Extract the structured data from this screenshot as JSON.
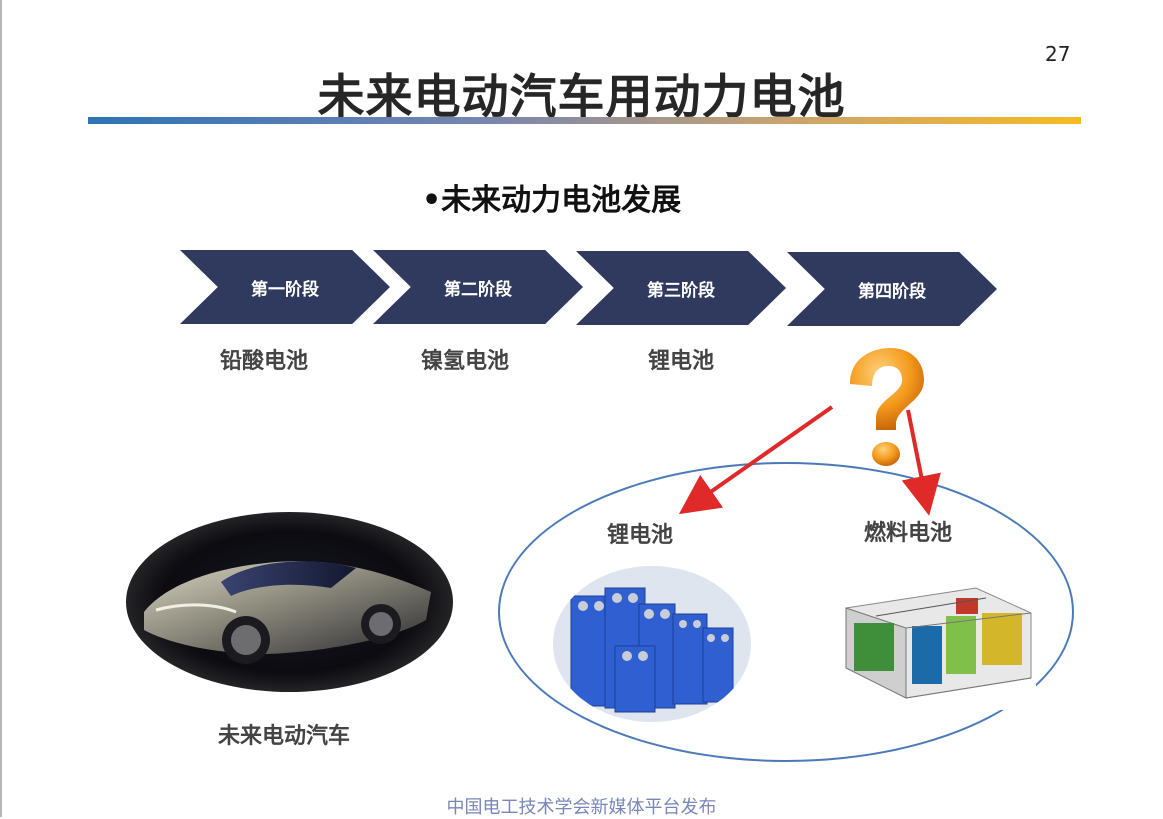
{
  "page_number": "27",
  "title": "未来电动汽车用动力电池",
  "subtitle": "•未来动力电池发展",
  "stages": [
    {
      "label": "第一阶段",
      "battery": "铅酸电池"
    },
    {
      "label": "第二阶段",
      "battery": "镍氢电池"
    },
    {
      "label": "第三阶段",
      "battery": "锂电池"
    },
    {
      "label": "第四阶段",
      "battery": ""
    }
  ],
  "car_label": "未来电动汽车",
  "options": {
    "option1": "锂电池",
    "option2": "燃料电池"
  },
  "footer": "中国电工技术学会新媒体平台发布",
  "colors": {
    "chevron": "#303a5f",
    "ellipse_border": "#4a7ab8",
    "arrow": "#e02a2a",
    "question_mark": "#f49a1c"
  },
  "icons": {
    "question": "question-mark-icon",
    "arrow": "arrow-icon"
  }
}
